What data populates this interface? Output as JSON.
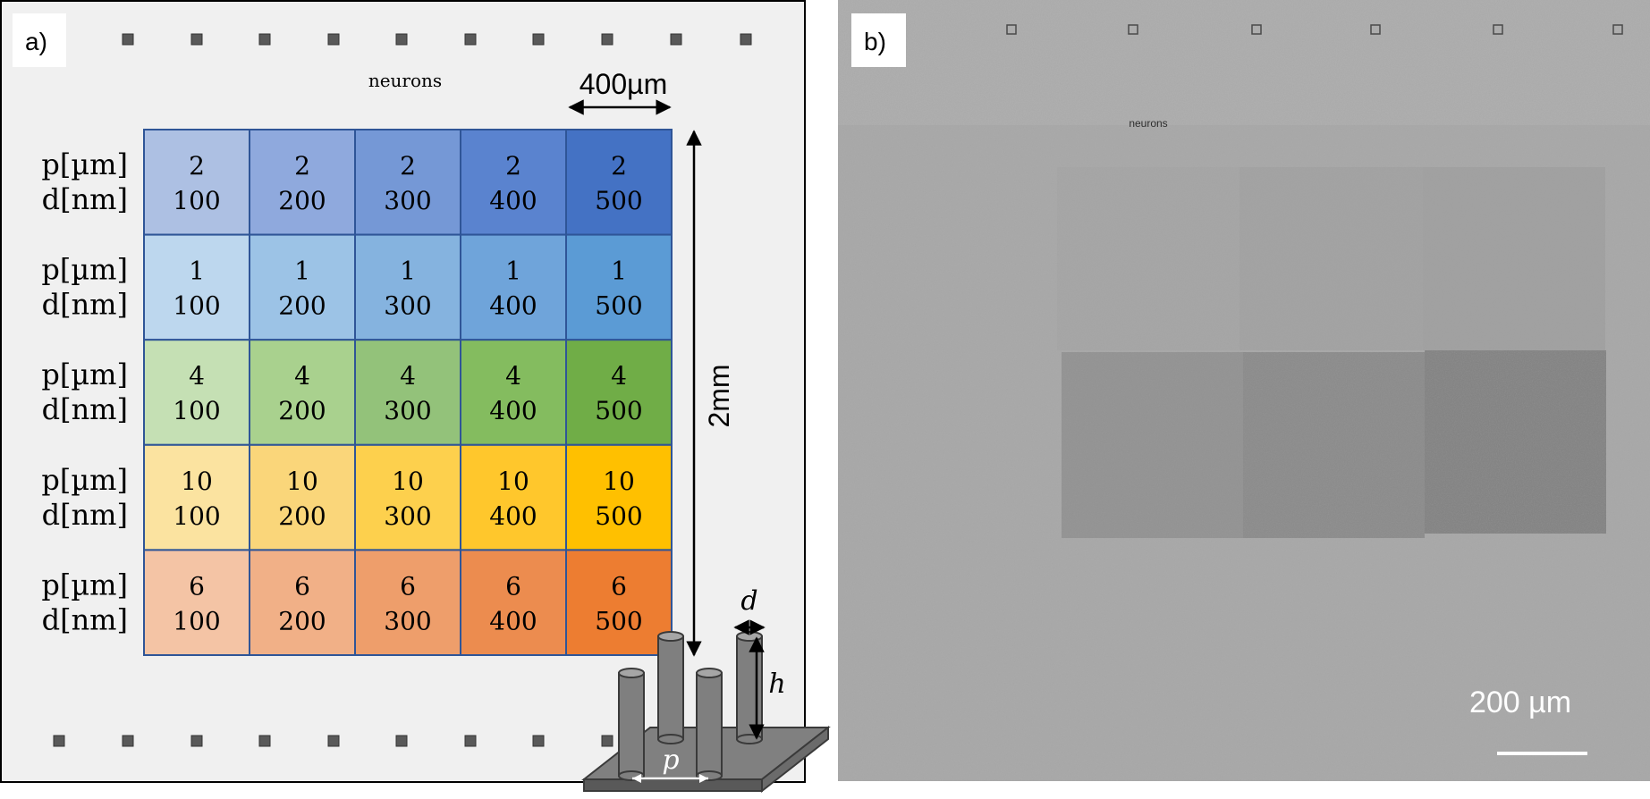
{
  "panel_a": {
    "label": "a)",
    "top_text": "neurons",
    "width_label": "400µm",
    "height_label": "2mm",
    "row_label_p": "p[µm]",
    "row_label_d": "d[nm]",
    "pillar_labels": {
      "d": "d",
      "h": "h",
      "p": "p"
    },
    "grid": [
      {
        "p": "2",
        "d": [
          "100",
          "200",
          "300",
          "400",
          "500"
        ],
        "colors": [
          "#adc0e3",
          "#8fa9dd",
          "#7598d6",
          "#5a83cf",
          "#4472c4"
        ]
      },
      {
        "p": "1",
        "d": [
          "100",
          "200",
          "300",
          "400",
          "500"
        ],
        "colors": [
          "#bdd7ee",
          "#9cc3e6",
          "#85b3df",
          "#6fa4da",
          "#5b9bd5"
        ]
      },
      {
        "p": "4",
        "d": [
          "100",
          "200",
          "300",
          "400",
          "500"
        ],
        "colors": [
          "#c5e0b4",
          "#a9d18e",
          "#93c27a",
          "#84bc5f",
          "#70ad47"
        ]
      },
      {
        "p": "10",
        "d": [
          "100",
          "200",
          "300",
          "400",
          "500"
        ],
        "colors": [
          "#fbe3a0",
          "#fad67a",
          "#fdd04d",
          "#ffc72c",
          "#ffc000"
        ]
      },
      {
        "p": "6",
        "d": [
          "100",
          "200",
          "300",
          "400",
          "500"
        ],
        "colors": [
          "#f4c4a5",
          "#f1b087",
          "#ee9e6b",
          "#ec8c4f",
          "#ed7d31"
        ]
      }
    ]
  },
  "panel_b": {
    "label": "b)",
    "top_text": "neurons",
    "scale_label": "200 µm"
  }
}
